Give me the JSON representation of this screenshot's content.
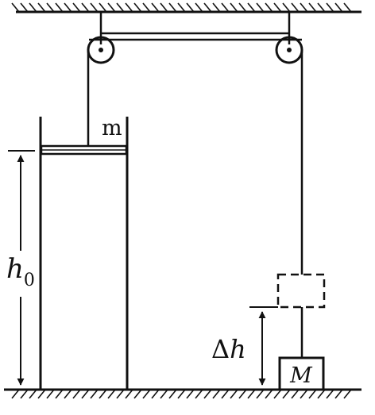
{
  "labels": {
    "piston_mass": "m",
    "gas_height_symbol": "h",
    "gas_height_subscript": "0",
    "displacement_delta": "Δ",
    "displacement_symbol": "h",
    "block_mass": "M"
  },
  "colors": {
    "ink": "#111111",
    "background": "#ffffff"
  }
}
